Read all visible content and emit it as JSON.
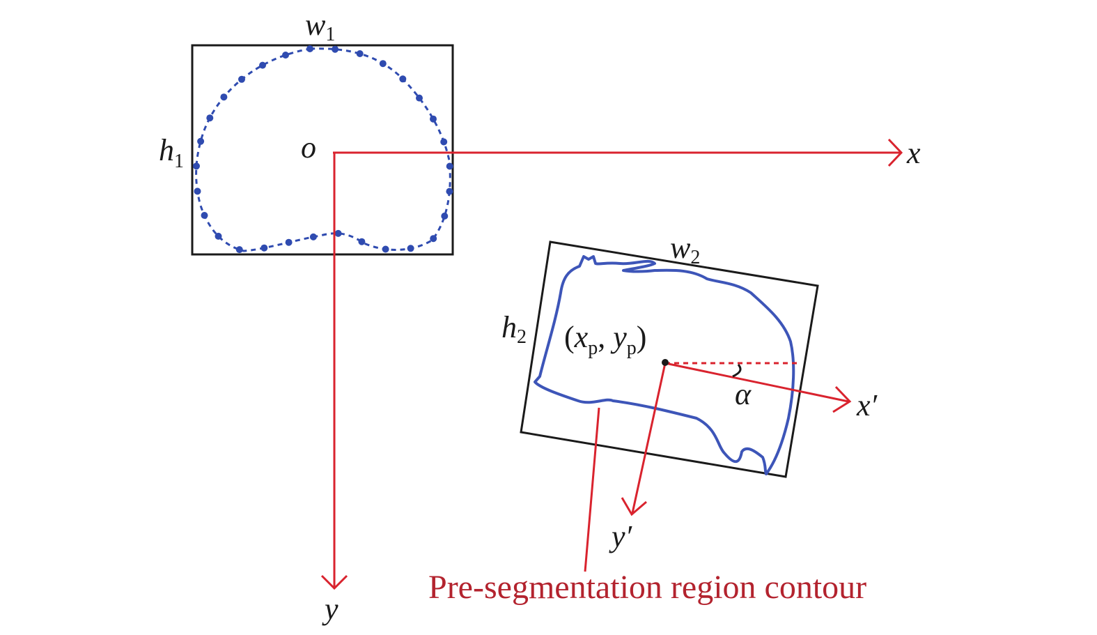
{
  "labels": {
    "w1": {
      "base": "w",
      "sub": "1"
    },
    "h1": {
      "base": "h",
      "sub": "1"
    },
    "origin": "o",
    "x_axis": "x",
    "y_axis": "y",
    "w2": {
      "base": "w",
      "sub": "2"
    },
    "h2": {
      "base": "h",
      "sub": "2"
    },
    "point": {
      "open": "(",
      "x": "x",
      "x_sub": "p",
      "sep": ", ",
      "y": "y",
      "y_sub": "p",
      "close": ")"
    },
    "x_prime": "x′",
    "y_prime": "y′",
    "angle": "α",
    "caption": "Pre-segmentation region contour"
  },
  "colors": {
    "axis": "#d9232e",
    "caption": "#b3232e",
    "contour": "#2f4bb0",
    "box": "#1a1a1a",
    "text": "#1a1a1a"
  }
}
